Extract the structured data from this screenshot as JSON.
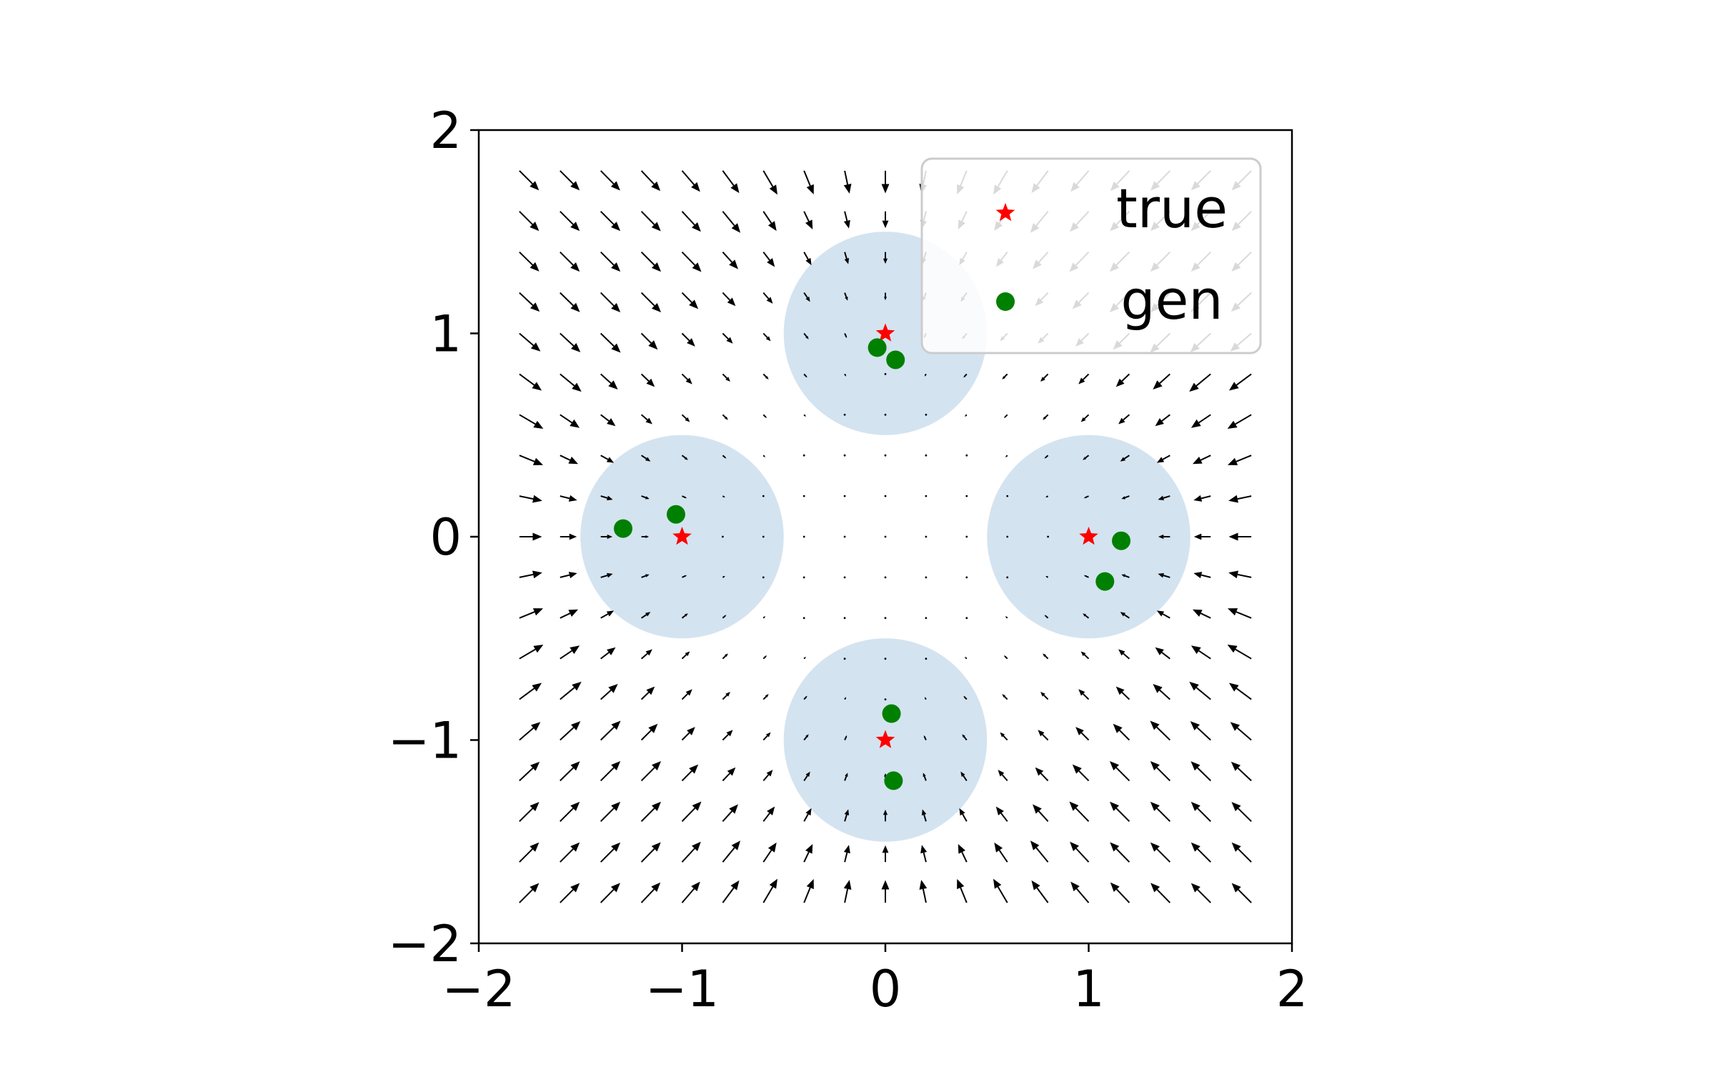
{
  "chart_data": {
    "type": "scatter",
    "title": "",
    "xlabel": "",
    "ylabel": "",
    "xlim": [
      -2,
      2
    ],
    "ylim": [
      -2,
      2
    ],
    "xticks": [
      -2,
      -1,
      0,
      1,
      2
    ],
    "yticks": [
      -2,
      -1,
      0,
      1,
      2
    ],
    "xtick_labels": [
      "−2",
      "−1",
      "0",
      "1",
      "2"
    ],
    "ytick_labels": [
      "−2",
      "−1",
      "0",
      "1",
      "2"
    ],
    "grid": false,
    "aspect": "equal",
    "legend_position": "top-right",
    "regions": [
      {
        "center": [
          0,
          1
        ],
        "radius": 0.5
      },
      {
        "center": [
          -1,
          0
        ],
        "radius": 0.5
      },
      {
        "center": [
          1,
          0
        ],
        "radius": 0.5
      },
      {
        "center": [
          0,
          -1
        ],
        "radius": 0.5
      }
    ],
    "region_color": "#d4e3f0",
    "series": [
      {
        "name": "true",
        "marker": "star",
        "color": "#ff0000",
        "points": [
          [
            0,
            1
          ],
          [
            -1,
            0
          ],
          [
            1,
            0
          ],
          [
            0,
            -1
          ]
        ]
      },
      {
        "name": "gen",
        "marker": "circle",
        "color": "#008000",
        "points": [
          [
            -0.04,
            0.93
          ],
          [
            0.05,
            0.87
          ],
          [
            -1.29,
            0.04
          ],
          [
            -1.03,
            0.11
          ],
          [
            1.16,
            -0.02
          ],
          [
            1.08,
            -0.22
          ],
          [
            0.03,
            -0.87
          ],
          [
            0.04,
            -1.2
          ]
        ]
      }
    ],
    "quiver": {
      "grid_x": [
        -1.8,
        -1.6,
        -1.4,
        -1.2,
        -1.0,
        -0.8,
        -0.6,
        -0.4,
        -0.2,
        0.0,
        0.2,
        0.4,
        0.6,
        0.8,
        1.0,
        1.2,
        1.4,
        1.6,
        1.8
      ],
      "grid_y": [
        -1.8,
        -1.6,
        -1.4,
        -1.2,
        -1.0,
        -0.8,
        -0.6,
        -0.4,
        -0.2,
        0.0,
        0.2,
        0.4,
        0.6,
        0.8,
        1.0,
        1.2,
        1.4,
        1.6,
        1.8
      ],
      "color": "#000000"
    }
  }
}
